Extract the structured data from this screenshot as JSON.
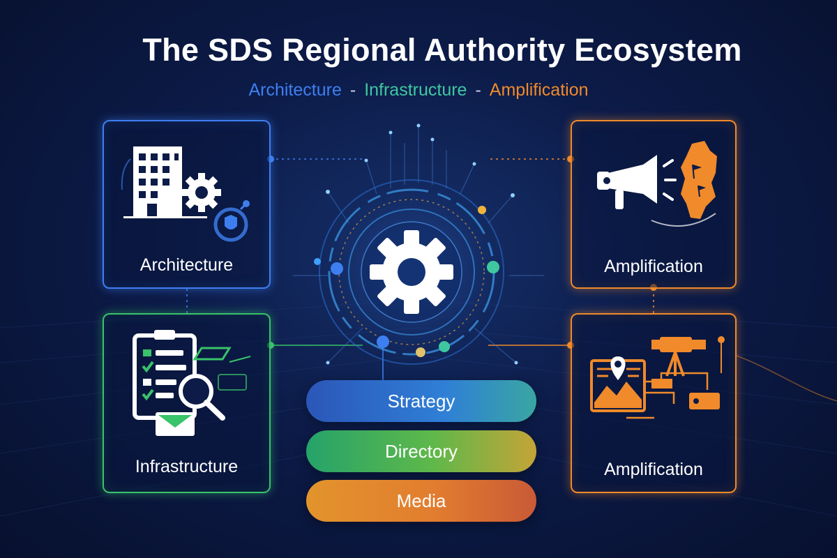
{
  "title": "The SDS Regional Authority Ecosystem",
  "subtitle": {
    "architecture": "Architecture",
    "infrastructure": "Infrastructure",
    "amplification": "Amplification",
    "separator": "-"
  },
  "cards": {
    "architecture": {
      "label": "Architecture",
      "icon": "building-gear-icon",
      "color": "#3e7ff0"
    },
    "infrastructure": {
      "label": "Infrastructure",
      "icon": "clipboard-search-icon",
      "color": "#39c36a"
    },
    "amplification_top": {
      "label": "Amplification",
      "icon": "megaphone-map-icon",
      "color": "#f08a2a"
    },
    "amplification_bottom": {
      "label": "Amplification",
      "icon": "map-pin-camera-icon",
      "color": "#f08a2a"
    }
  },
  "hub": {
    "icon": "gear-icon"
  },
  "pills": {
    "strategy": "Strategy",
    "directory": "Directory",
    "media": "Media"
  },
  "colors": {
    "blue": "#3e7ff0",
    "green": "#39c36a",
    "orange": "#f08a2a",
    "background": "#0c1b48"
  }
}
